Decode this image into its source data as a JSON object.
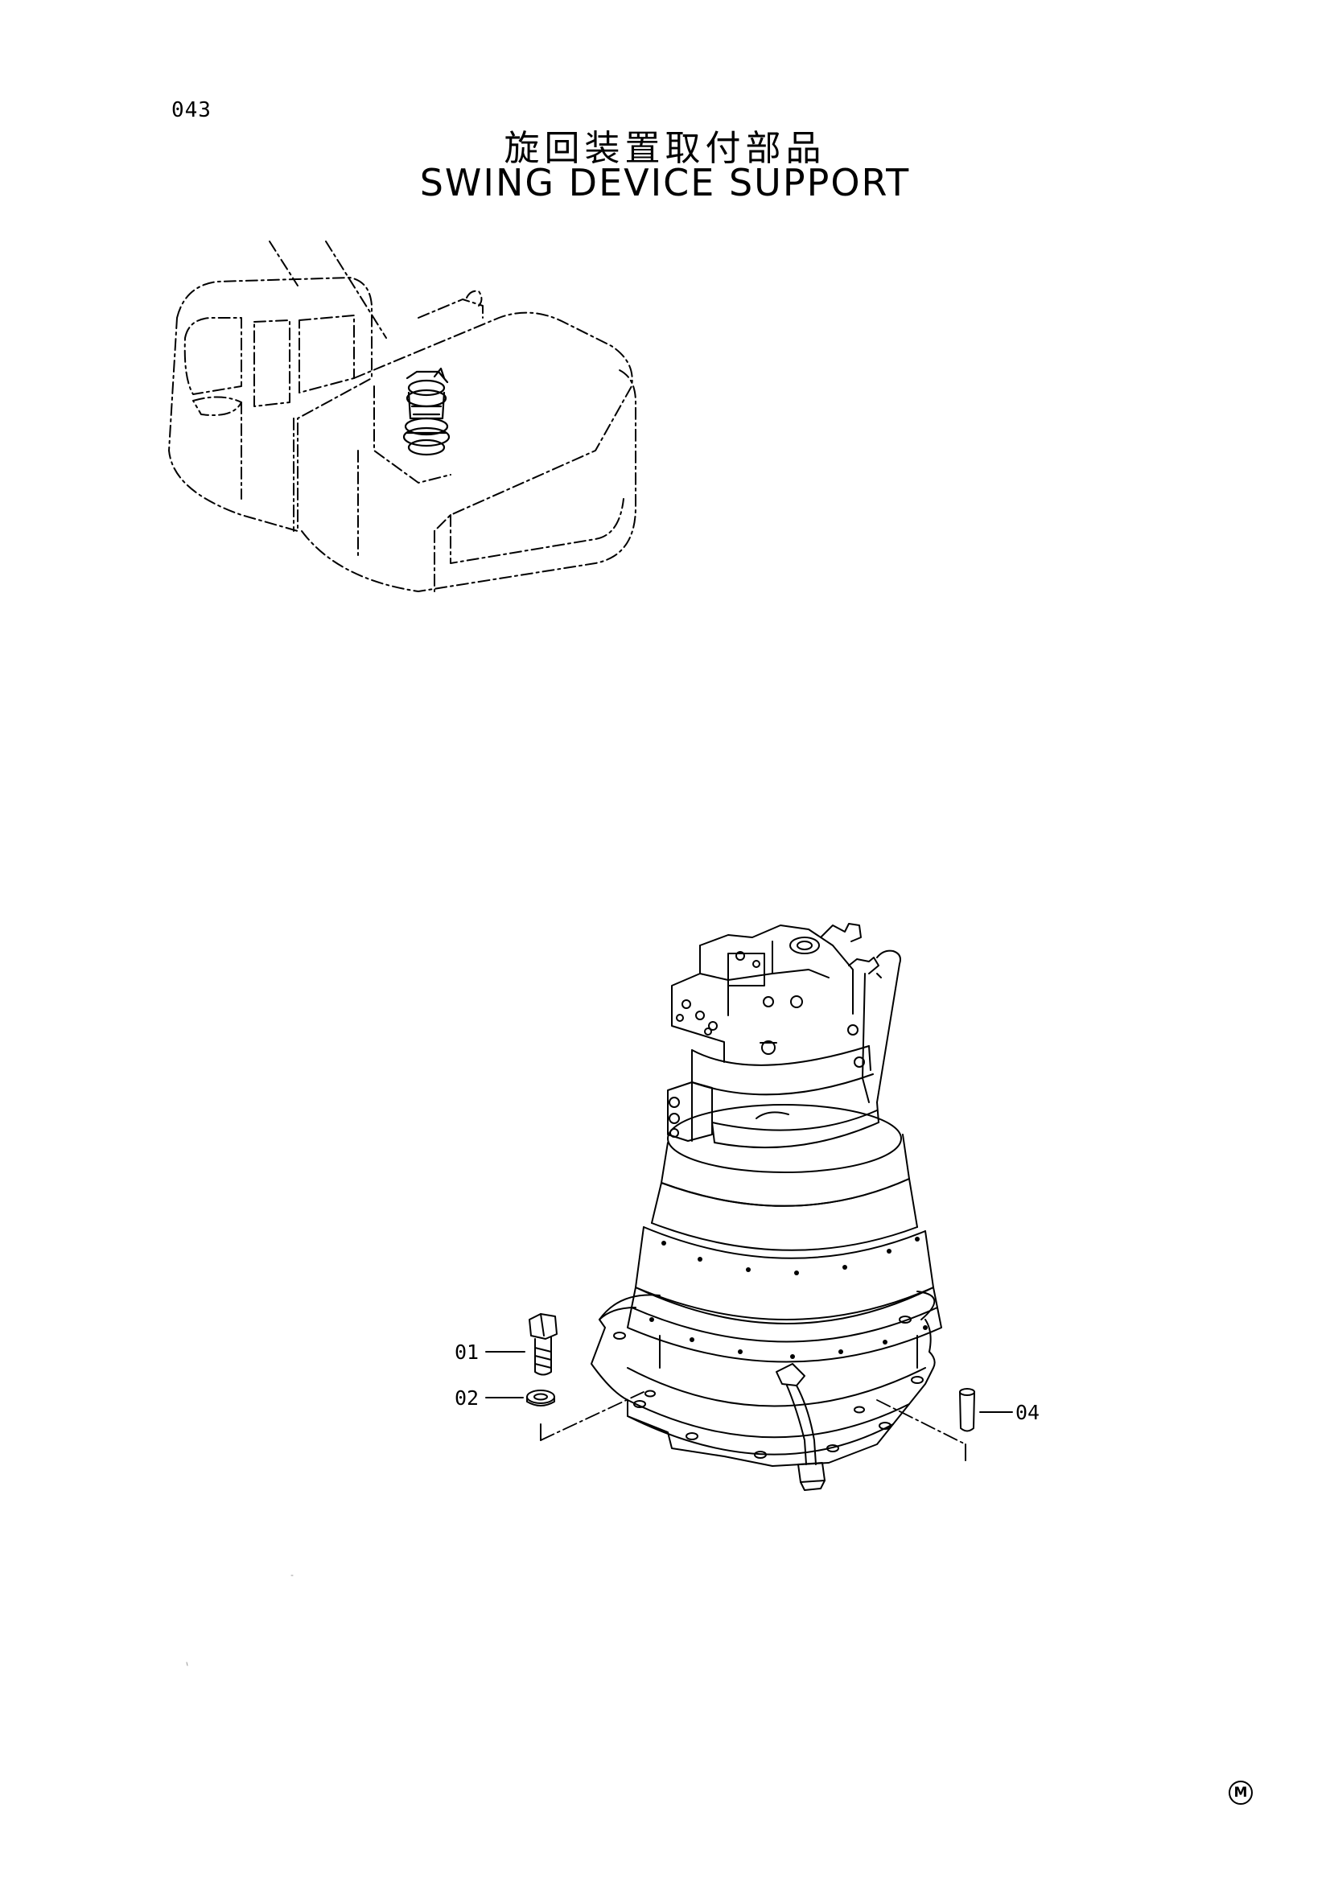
{
  "page": {
    "number": "043",
    "title_jp": "旋回装置取付部品",
    "title_en": "SWING DEVICE SUPPORT",
    "mark": "M"
  },
  "callouts": [
    {
      "id": "01"
    },
    {
      "id": "02"
    },
    {
      "id": "04"
    }
  ],
  "icons": {
    "overview": "excavator-upperstructure-icon",
    "assembly": "swing-motor-assembly-icon",
    "bolt": "bolt-icon",
    "washer": "washer-icon",
    "pin": "pin-icon"
  }
}
